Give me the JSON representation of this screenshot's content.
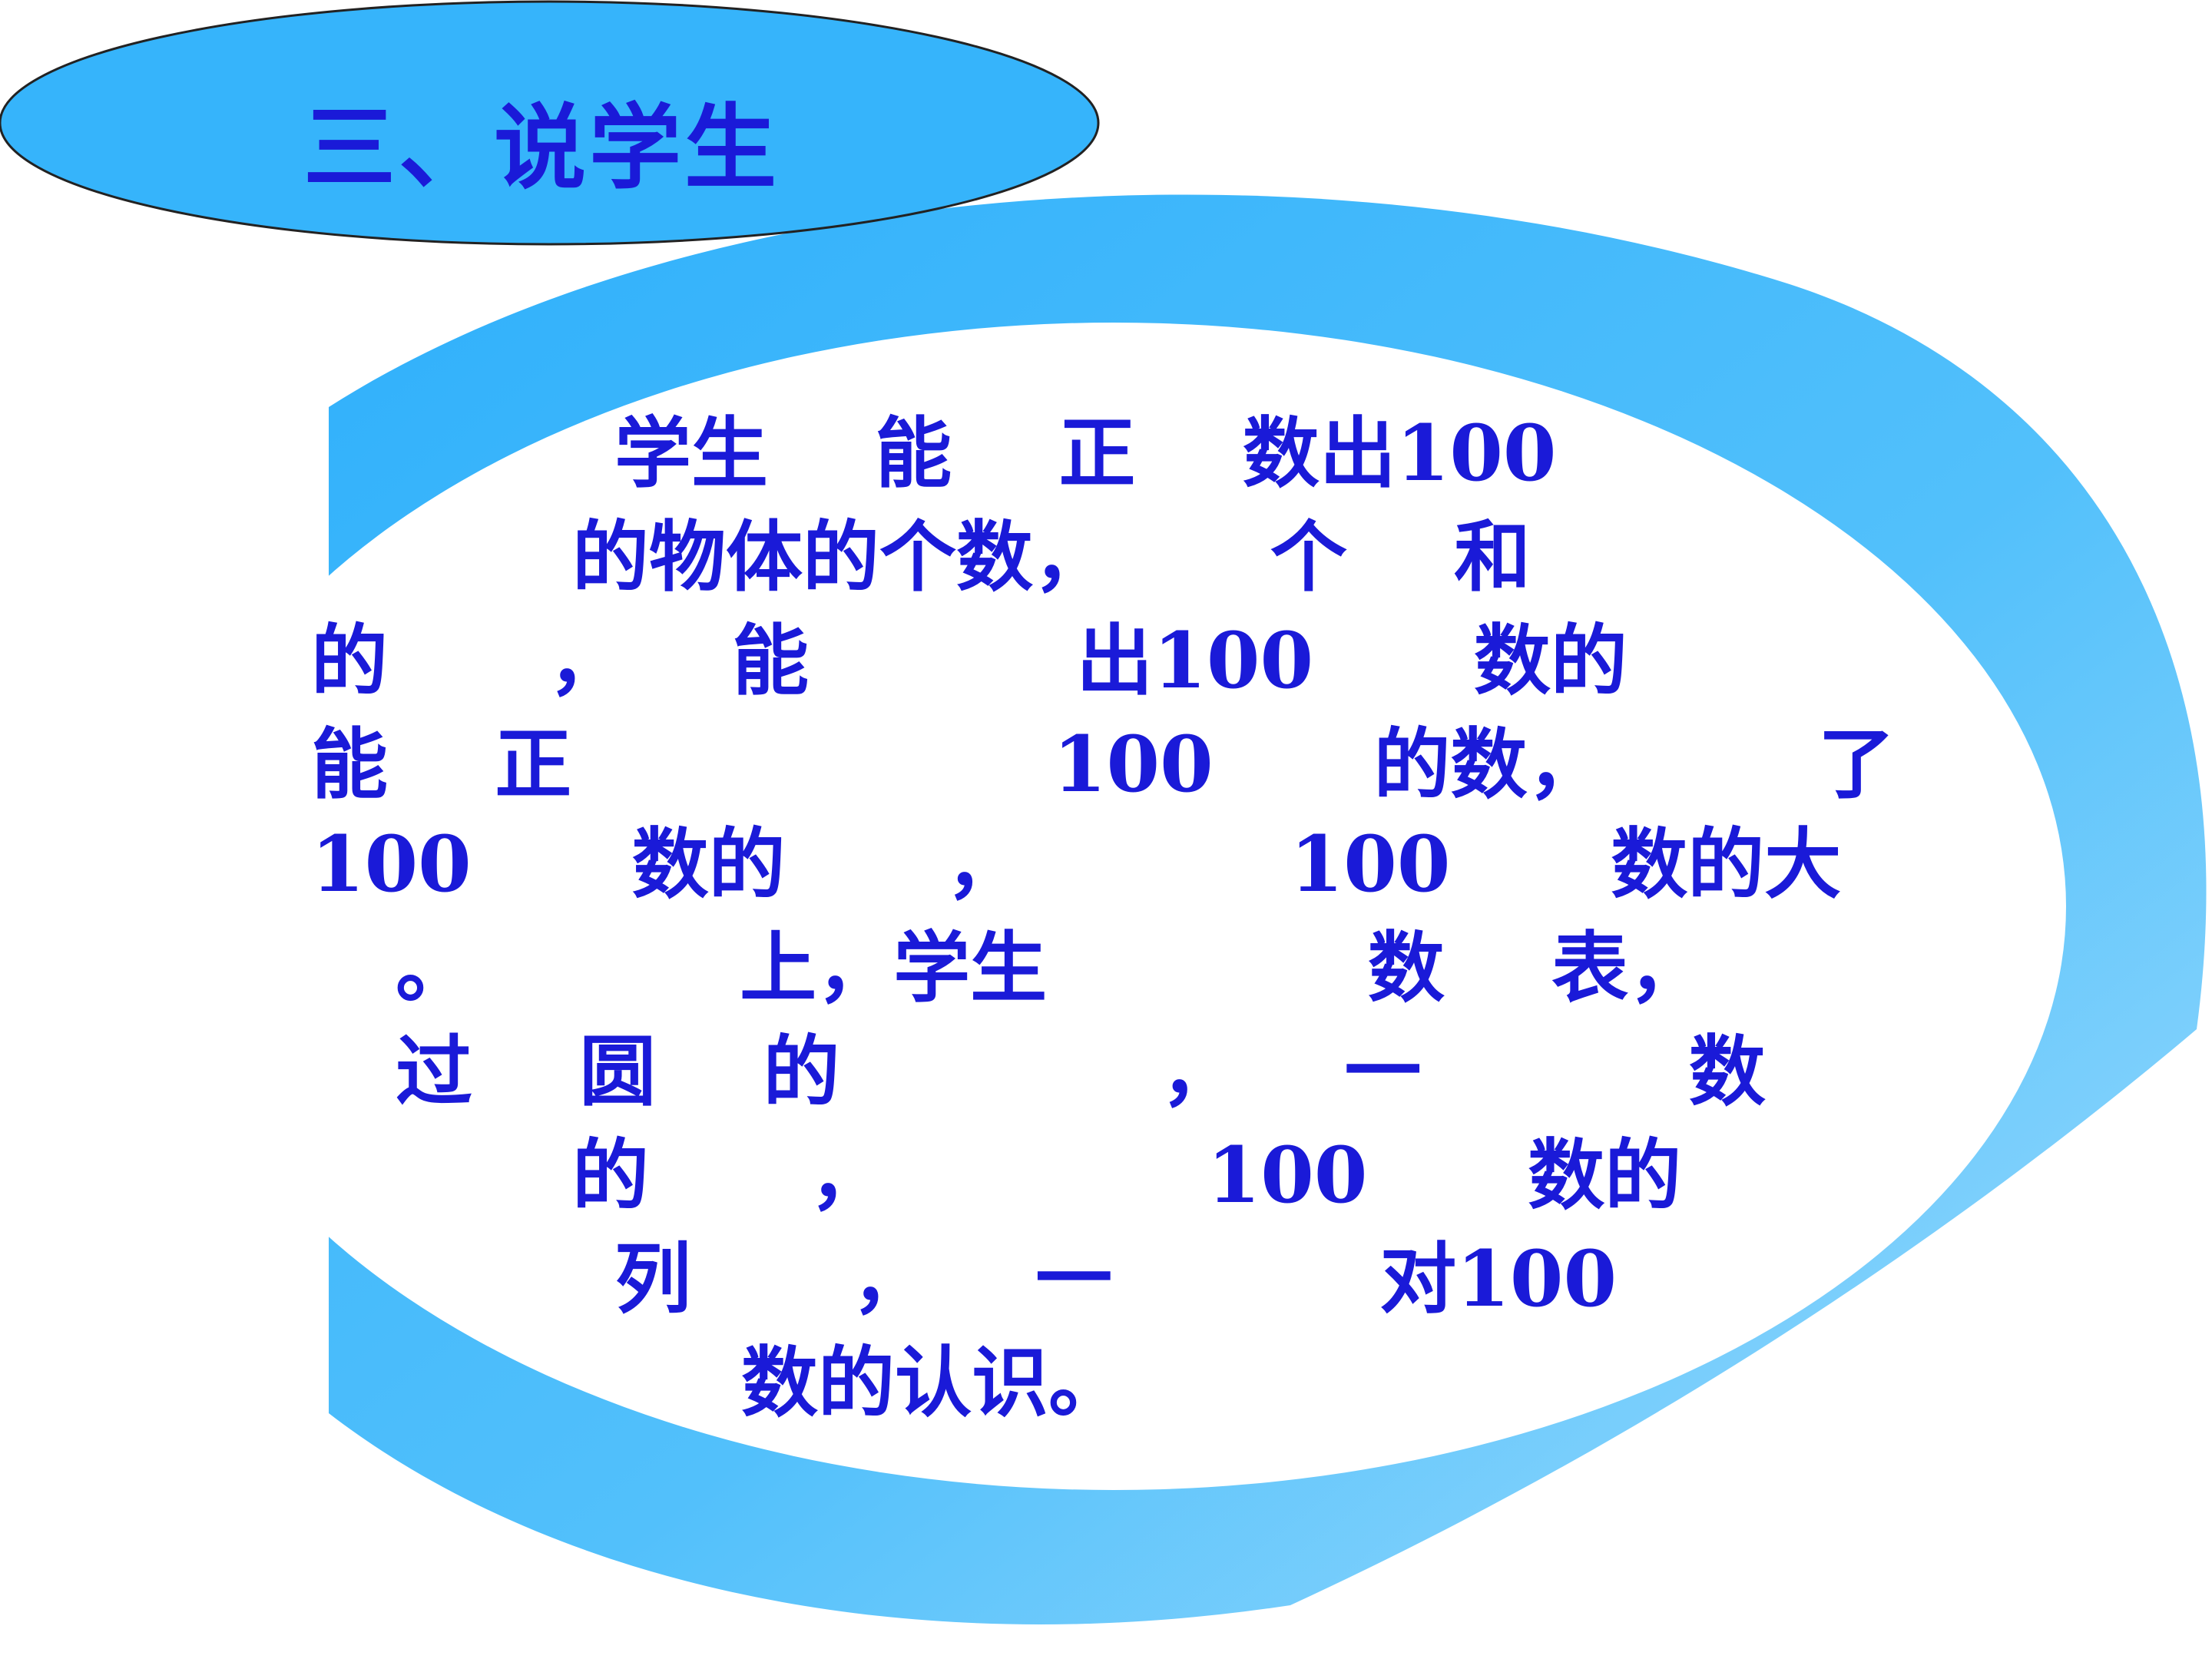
{
  "slide": {
    "title": "三、说学生",
    "body_lines": [
      "学生    能    正    数出100",
      "的物体的个数，      个    和",
      "的      ，    能          出100      数的",
      "能    正                  100      的数，        了",
      "100      数的      ，          100      数的大",
      "。          上，学生            数    表，",
      "过    圆    的            ，    一          数",
      "的      ，            100      数的",
      "列      ，    一          对100",
      "数的认识。"
    ]
  },
  "colors": {
    "accent": "#3bb4fa",
    "accent_light": "#8dd3fb",
    "text": "#1a1ad8"
  }
}
